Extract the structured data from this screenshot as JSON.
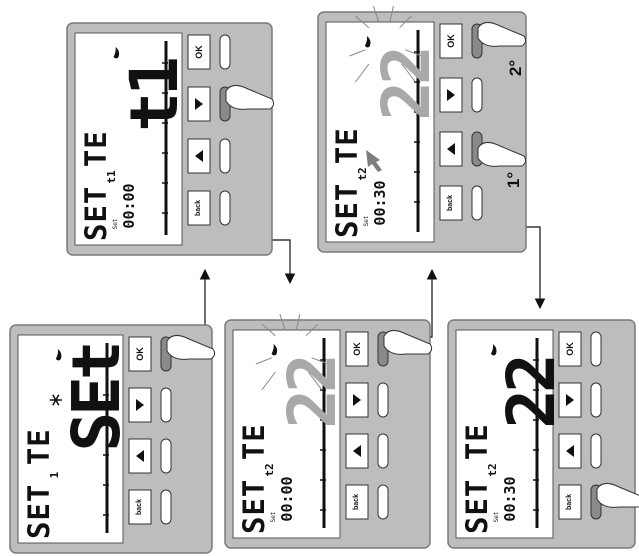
{
  "panels": [
    {
      "id": "panel-1",
      "label": "SET TEMP",
      "value": "SEt",
      "value_state": "set",
      "day_value": "1",
      "time_value": "",
      "set_label": "",
      "buttons": {
        "ok": "OK",
        "back": "back"
      }
    },
    {
      "id": "panel-2",
      "label": "SET TEMP",
      "value": "t1",
      "value_state": "normal",
      "day_value": "t1",
      "time_value": "00:00",
      "set_label": "Set",
      "buttons": {
        "ok": "OK",
        "back": "back"
      }
    },
    {
      "id": "panel-3",
      "label": "SET TEMP",
      "value": "22",
      "value_state": "blinking",
      "day_value": "t2",
      "time_value": "00:00",
      "set_label": "Set",
      "buttons": {
        "ok": "OK",
        "back": "back"
      }
    },
    {
      "id": "panel-4",
      "label": "SET TEMP",
      "value": "22",
      "value_state": "blinking",
      "day_value": "t2",
      "time_value": "00:30",
      "set_label": "Set",
      "buttons": {
        "ok": "OK",
        "back": "back"
      }
    },
    {
      "id": "panel-5",
      "label": "SET TEMP",
      "value": "22",
      "value_state": "normal",
      "day_value": "t2",
      "time_value": "00:30",
      "set_label": "Set",
      "buttons": {
        "ok": "OK",
        "back": "back"
      }
    }
  ],
  "step_labels": {
    "first": "1°",
    "second": "2°"
  },
  "colors": {
    "frame": "#bdbdbd",
    "frame_stroke": "#7a7a7a",
    "lcd": "#ffffff",
    "ink": "#111111",
    "dim_digit": "#a9a9a9",
    "pressed_button": "#8a8a8a",
    "cursor_arrow": "#7d7d7d"
  },
  "icons": {
    "press": "finger-press-icon",
    "arrow_right": "play-right-icon",
    "arrow_left": "play-left-icon",
    "snowflake": "snowflake-icon",
    "flame": "flame-icon",
    "flow": "flow-arrow-icon",
    "blink": "blink-rays-icon",
    "cursor": "pointer-arrow-icon"
  }
}
